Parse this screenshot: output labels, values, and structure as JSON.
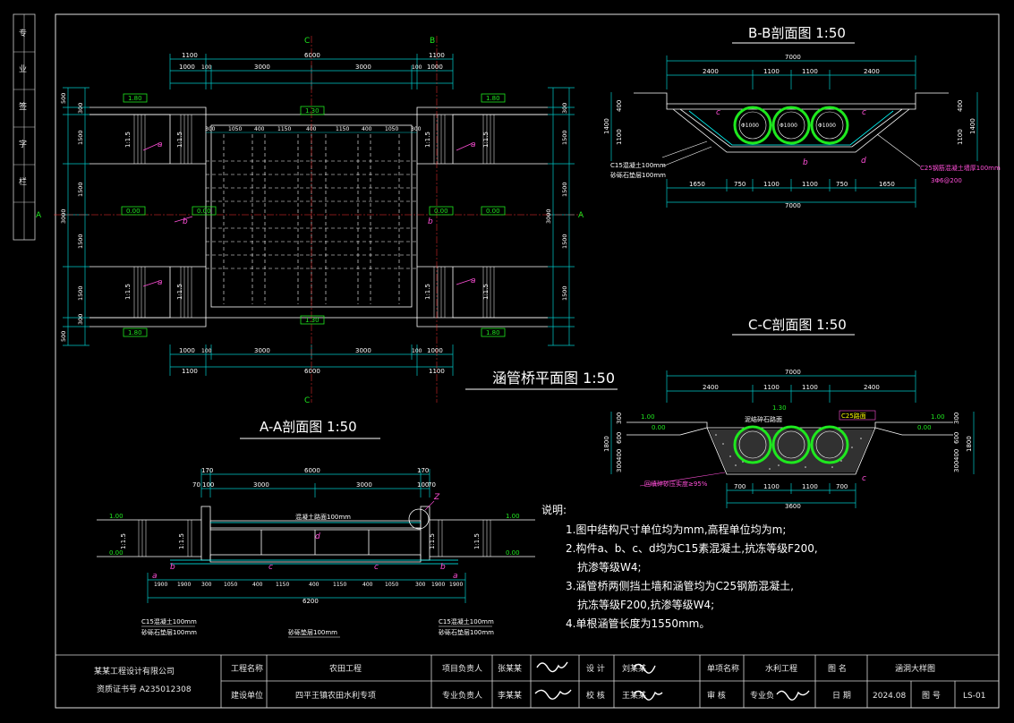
{
  "plan": {
    "title": "涵管桥平面图 1:50",
    "section_marks": {
      "c_top": "C",
      "b_top": "B",
      "c_bot": "C",
      "a_left": "A",
      "a_right": "A"
    },
    "dims_top": {
      "overall": "6000",
      "left_wing": "1100",
      "right_wing": "1100",
      "left_1000": "1000",
      "left_100": "100",
      "left_3000": "3000",
      "right_3000": "3000",
      "right_100": "100",
      "right_1000": "1000"
    },
    "dims_inner": [
      "300",
      "1050",
      "400",
      "1150",
      "400",
      "1150",
      "400",
      "1050",
      "300"
    ],
    "dims_left": [
      "500",
      "300",
      "1500",
      "1500",
      "3000",
      "1500",
      "1500",
      "300",
      "500"
    ],
    "elev_labels": [
      "1.80",
      "1.30",
      "1.80",
      "0.00",
      "0.00",
      "0.00",
      "0.00",
      "1.80",
      "1.30",
      "1.80"
    ],
    "slopes": [
      "1:1.5",
      "1:1.5",
      "1:1.5",
      "1:1.5",
      "1:1.5",
      "1:1.5",
      "1:1.5",
      "1:1.5"
    ],
    "tag_a": "a",
    "tag_b": "b",
    "dims_bottom": {
      "overall": "6000",
      "left_wing": "1100",
      "right_wing": "1100",
      "left_1000": "1000",
      "left_100": "100",
      "left_3000": "3000",
      "right_3000": "3000",
      "right_100": "100",
      "right_1000": "1000"
    }
  },
  "bb": {
    "title": "B-B剖面图 1:50",
    "dims_top": {
      "overall": "7000",
      "d1": "2400",
      "d2": "1100",
      "d3": "1100",
      "d4": "2400"
    },
    "dims_bottom": {
      "d1": "1650",
      "d2": "750",
      "d3": "1100",
      "d4": "1100",
      "d5": "750",
      "d6": "1650",
      "overall": "7000"
    },
    "left_dims": [
      "1400",
      "400",
      "1100"
    ],
    "right_dims": [
      "1400",
      "400",
      "1100"
    ],
    "pipe_label": "Φ1000",
    "note_left1": "C15混凝土100mm",
    "note_left2": "砂砾石垫层100mm",
    "note_right1": "C25钢筋混凝土墙厚100mm",
    "note_right2": "3Φ6@200",
    "tag_b": "b",
    "tag_c": "c",
    "tag_d": "d"
  },
  "cc": {
    "title": "C-C剖面图 1:50",
    "dims_top": {
      "overall": "7000",
      "d1": "2400",
      "d2": "1100",
      "d3": "1100",
      "d4": "2400"
    },
    "dims_bottom": {
      "d1": "700",
      "d2": "1100",
      "d3": "1100",
      "d4": "700",
      "overall": "3600"
    },
    "elev": {
      "top": "1.30",
      "left": "1.00",
      "right": "1.00",
      "lleft": "0.00",
      "lright": "0.00"
    },
    "left_dims": [
      "300",
      "600",
      "400",
      "300",
      "1800"
    ],
    "right_dims": [
      "300",
      "600",
      "400",
      "300",
      "1800"
    ],
    "top_label": "泥结碎石路面",
    "top_label2": "C25路面",
    "bottom_note": "回填碎砂压实度≥95%",
    "tag_c": "c"
  },
  "aa": {
    "title": "A-A剖面图 1:50",
    "dims_top": {
      "d1": "6000",
      "left": "170",
      "right": "170",
      "d2": "3000",
      "d3": "3000",
      "l100": "100",
      "l70": "70",
      "r100": "100",
      "r70": "70"
    },
    "dims_bottom": [
      "1900",
      "300",
      "1050",
      "400",
      "1150",
      "400",
      "1150",
      "400",
      "1050",
      "300",
      "1900"
    ],
    "overall_bottom": "6200",
    "elev": [
      "1.00",
      "1.00",
      "0.00",
      "0.00"
    ],
    "slopes": [
      "1:1.5",
      "1:1.5",
      "1:1.5",
      "1:1.5"
    ],
    "label_deck": "混凝土路面100mm",
    "note_l1": "C15混凝土100mm",
    "note_l2": "砂砾石垫层100mm",
    "note_r1": "C15混凝土100mm",
    "note_r2": "砂砾石垫层100mm",
    "note_mid": "砂砾垫层100mm",
    "tags": [
      "a",
      "b",
      "c",
      "d",
      "c",
      "a",
      "b",
      "Z"
    ]
  },
  "notes": {
    "heading": "说明:",
    "lines": [
      "1.图中结构尺寸单位均为mm,高程单位均为m;",
      "2.构件a、b、c、d均为C15素混凝土,抗冻等级F200,",
      "抗渗等级W4;",
      "3.涵管桥两侧挡土墙和涵管均为C25钢筋混凝土,",
      "抗冻等级F200,抗渗等级W4;",
      "4.单根涵管长度为1550mm。"
    ]
  },
  "sidebar": {
    "cells": [
      "专",
      "业",
      "签",
      "字",
      "栏",
      "",
      "",
      "",
      "",
      ""
    ]
  },
  "title_block": {
    "company": "某某工程设计有限公司",
    "cert": "资质证书号 A235012308",
    "r1": [
      "工程名称",
      "农田工程",
      "项目负责人",
      "张某某",
      "设 计",
      "刘某某",
      "单项名称",
      "水利工程",
      "图 名",
      "涵洞大样图"
    ],
    "r2": [
      "建设单位",
      "四平王镇农田水利专项",
      "专业负责人",
      "李某某",
      "校 核",
      "王某某",
      "审 核",
      "专业负",
      "日 期",
      "2024.08",
      "图 号",
      "LS-01"
    ],
    "signature_note": "signature"
  },
  "colors": {
    "bg": "#000000",
    "line": "#ffffff",
    "dim": "#00c8c8",
    "green": "#1fe81f",
    "pink": "#ff4fd8",
    "yellow": "#ffff00",
    "cyan": "#00ffff",
    "red": "#ff3030"
  }
}
